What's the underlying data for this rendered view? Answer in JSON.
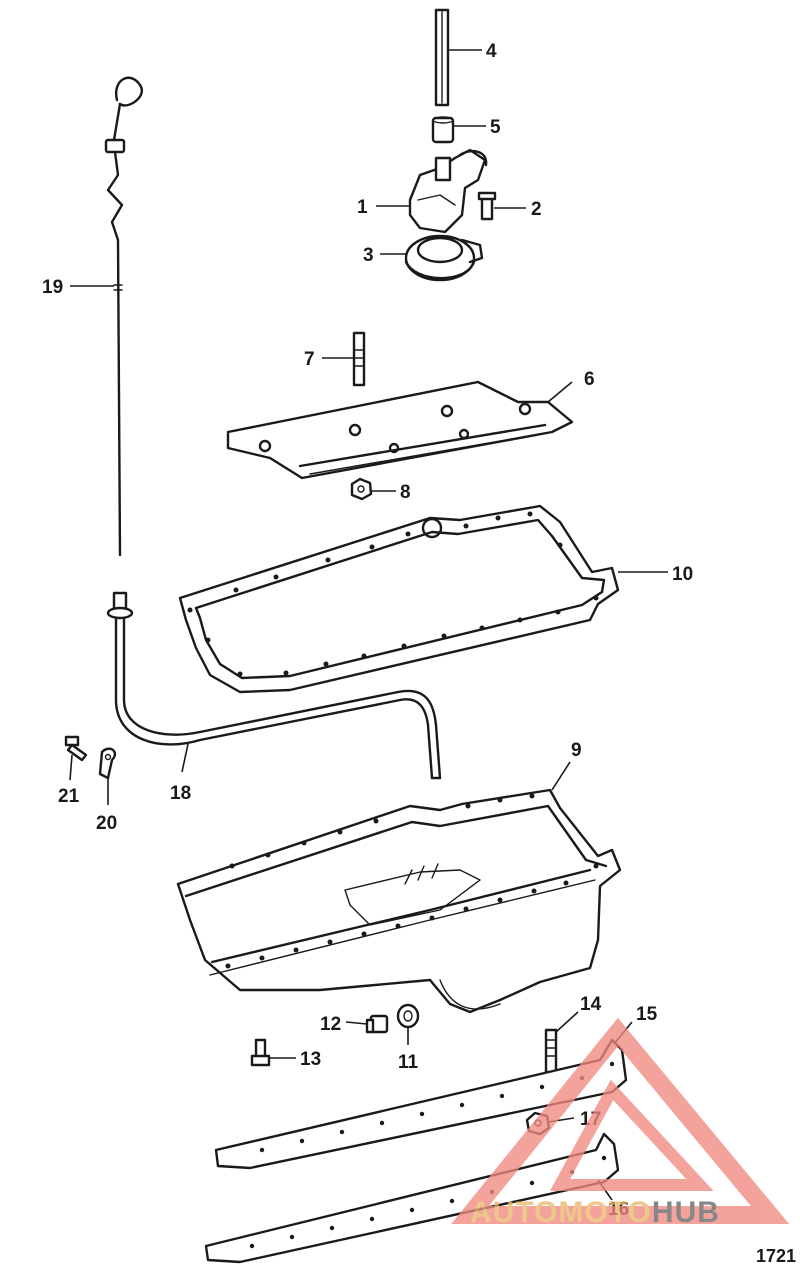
{
  "diagram": {
    "figure_number": "1721",
    "callouts": [
      "1",
      "2",
      "3",
      "4",
      "5",
      "6",
      "7",
      "8",
      "9",
      "10",
      "11",
      "12",
      "13",
      "14",
      "15",
      "16",
      "17",
      "18",
      "19",
      "20",
      "21"
    ]
  },
  "watermark": {
    "part1": "AUTOMOTO",
    "part2": "HUB",
    "color_primary": "#f08a80",
    "color_secondary": "#e8b96a",
    "color_hub": "#666666"
  }
}
